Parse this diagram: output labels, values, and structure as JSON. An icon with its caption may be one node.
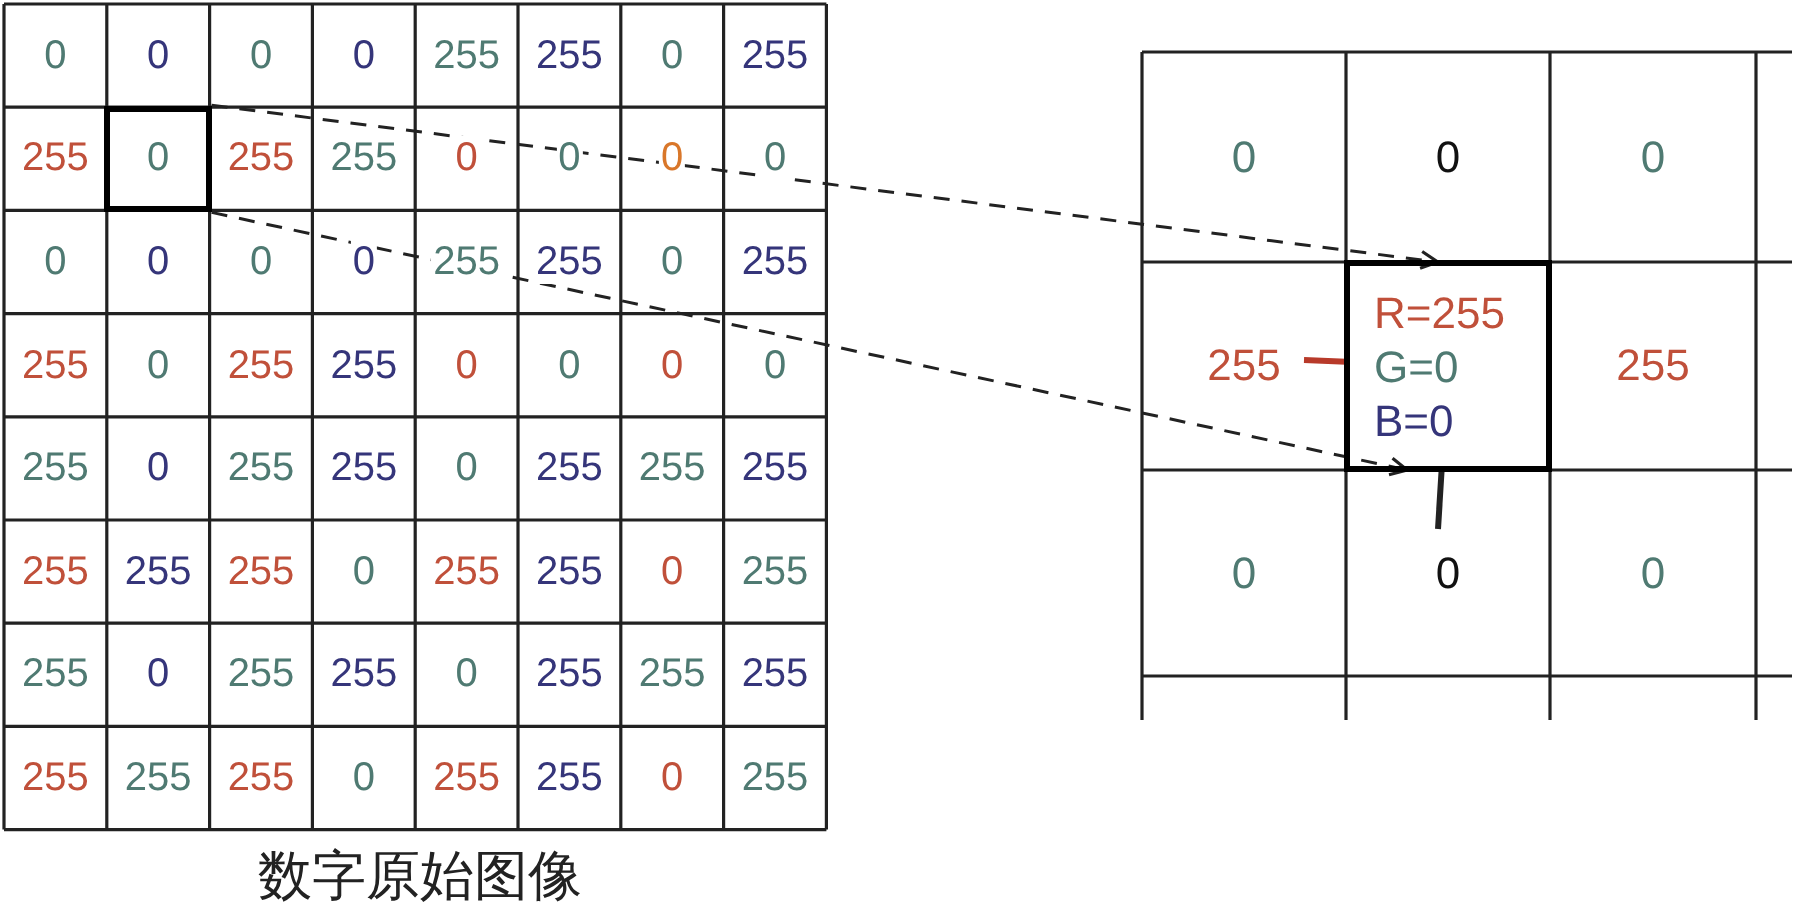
{
  "diagram": {
    "caption": "数字原始图像",
    "nodes": [
      {
        "text": [
          "0"
        ]
      },
      {
        "text": [
          "0"
        ]
      },
      {
        "text": [
          "0"
        ]
      },
      {
        "text": [
          "0"
        ]
      },
      {
        "text": [
          "255"
        ]
      },
      {
        "text": [
          "R=255",
          "G=0",
          "B=0"
        ]
      },
      {
        "text": [
          "255"
        ]
      },
      {
        "text": [
          "0"
        ]
      },
      {
        "text": [
          "0"
        ]
      },
      {
        "text": [
          "0"
        ]
      }
    ],
    "edges": [
      {
        "from": 0,
        "to": 5,
        "arrow": "to",
        "style": "dashed"
      },
      {
        "from": 0,
        "to": 5,
        "arrow": "to",
        "style": "dashed"
      },
      {
        "from": 4,
        "to": 5,
        "arrow": "none",
        "style": "thick",
        "color": "#b83a2a"
      },
      {
        "from": 8,
        "to": 5,
        "arrow": "none",
        "style": "thick"
      }
    ],
    "labels": [
      "0",
      "0",
      "0",
      "0",
      "255",
      "255",
      "0",
      "255",
      "255",
      "255",
      "255",
      "0",
      "0",
      "0",
      "0",
      "0",
      "0",
      "0",
      "0",
      "255",
      "255",
      "0",
      "255",
      "255",
      "0",
      "255",
      "255",
      "0",
      "0",
      "0",
      "0",
      "255",
      "0",
      "255",
      "255",
      "0",
      "255",
      "255",
      "255",
      "255",
      "255",
      "255",
      "0",
      "255",
      "255",
      "0",
      "255",
      "255",
      "0",
      "255",
      "255",
      "0",
      "255",
      "255",
      "255",
      "255",
      "255",
      "255",
      "0",
      "255",
      "255",
      "0",
      "255"
    ]
  }
}
